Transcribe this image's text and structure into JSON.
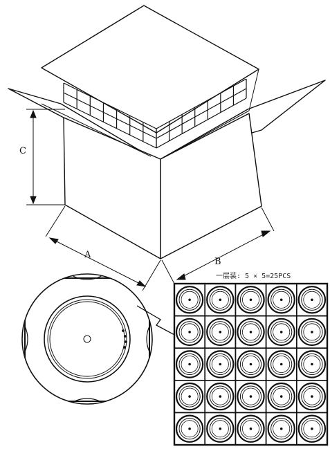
{
  "labels": {
    "dimension_a": "A",
    "dimension_b": "B",
    "dimension_c": "C",
    "layer_spec": "一层装: 5 × 5=25PCS"
  },
  "grid": {
    "rows": 5,
    "columns": 5
  },
  "colors": {
    "line": "#111111",
    "background": "#ffffff"
  }
}
